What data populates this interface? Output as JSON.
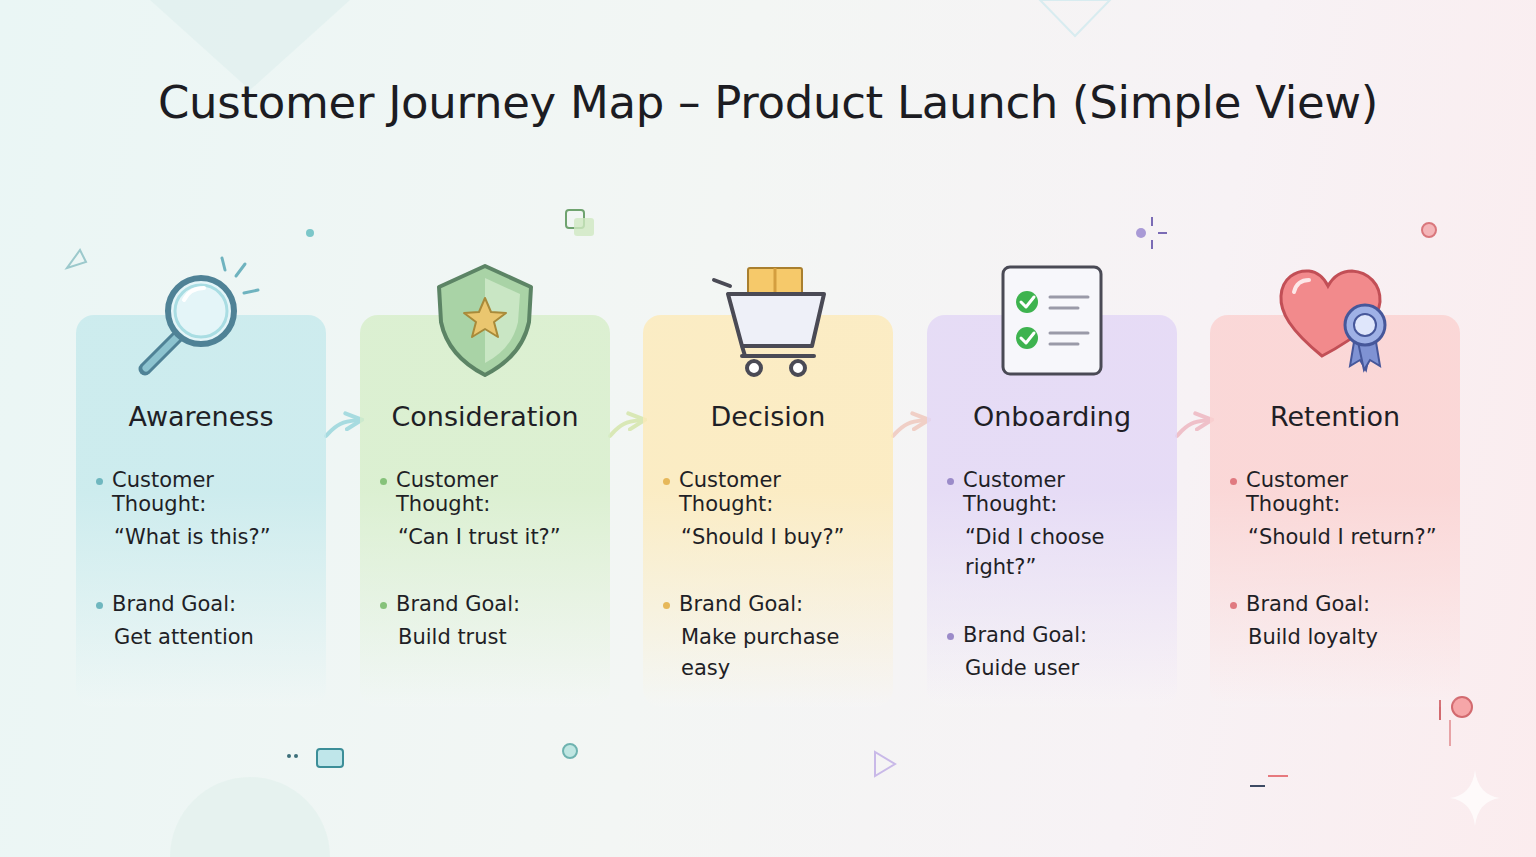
{
  "diagram": {
    "title": "Customer Journey Map – Product Launch (Simple View)",
    "nodes": [
      {
        "text": [
          "Awareness",
          "Customer Thought:",
          "“What is this?”",
          "Brand Goal:",
          "Get attention"
        ]
      },
      {
        "text": [
          "Consideration",
          "Customer Thought:",
          "“Can I trust it?”",
          "Brand Goal:",
          "Build trust"
        ]
      },
      {
        "text": [
          "Decision",
          "Customer Thought:",
          "“Should I buy?”",
          "Brand Goal:",
          "Make purchase easy"
        ]
      },
      {
        "text": [
          "Onboarding",
          "Customer Thought:",
          "“Did I choose right?”",
          "Brand Goal:",
          "Guide user"
        ]
      },
      {
        "text": [
          "Retention",
          "Customer Thought:",
          "“Should I return?”",
          "Brand Goal:",
          "Build loyalty"
        ]
      }
    ],
    "edges": [
      {
        "from": 0,
        "to": 1,
        "arrow": "to"
      },
      {
        "from": 1,
        "to": 2,
        "arrow": "to"
      },
      {
        "from": 2,
        "to": 3,
        "arrow": "to"
      },
      {
        "from": 3,
        "to": 4,
        "arrow": "to"
      }
    ]
  }
}
